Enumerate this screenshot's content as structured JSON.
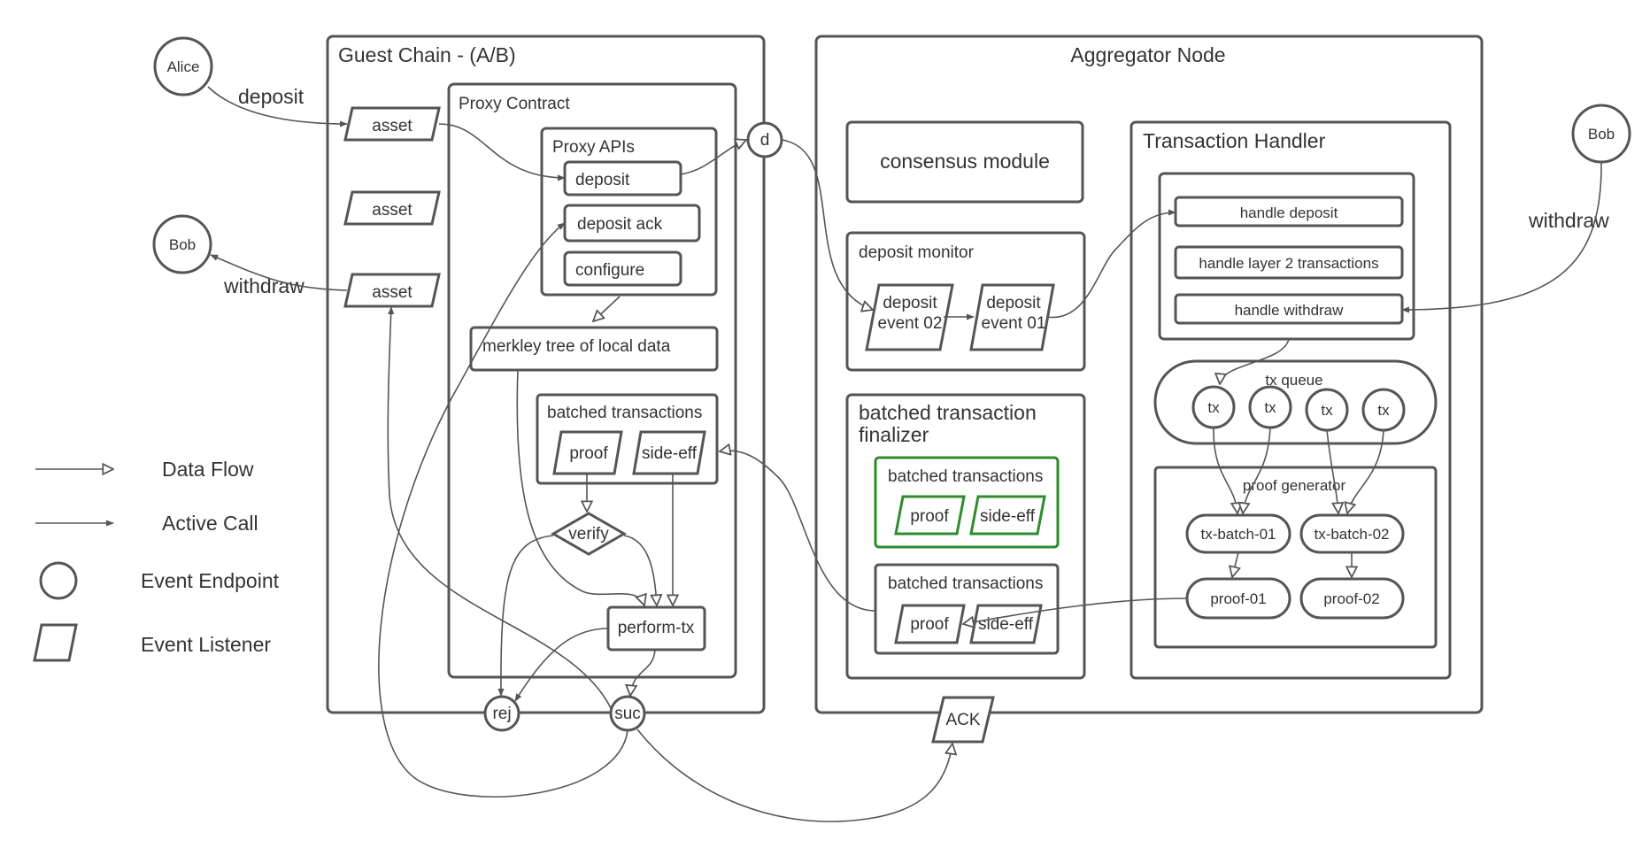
{
  "guest_chain": {
    "title": "Guest Chain - (A/B)",
    "assets": [
      "asset",
      "asset",
      "asset"
    ],
    "proxy_contract": {
      "title": "Proxy Contract",
      "apis": {
        "title": "Proxy APIs",
        "items": [
          "deposit",
          "deposit ack",
          "configure"
        ]
      },
      "merkle": "merkley tree of local data",
      "batched": {
        "title": "batched transactions",
        "proof": "proof",
        "side_eff": "side-eff"
      },
      "verify": "verify",
      "perform": "perform-tx"
    },
    "endpoints": {
      "d": "d",
      "rej": "rej",
      "suc": "suc"
    }
  },
  "actors": {
    "alice": "Alice",
    "bob_left": "Bob",
    "bob_right": "Bob"
  },
  "edge_labels": {
    "deposit": "deposit",
    "withdraw_left": "withdraw",
    "withdraw_right": "withdraw"
  },
  "aggregator": {
    "title": "Aggregator Node",
    "consensus": "consensus module",
    "deposit_monitor": {
      "title": "deposit monitor",
      "event02": [
        "deposit",
        "event 02"
      ],
      "event01": [
        "deposit",
        "event 01"
      ]
    },
    "finalizer": {
      "title": [
        "batched transaction",
        "finalizer"
      ],
      "batch_green": {
        "title": "batched transactions",
        "proof": "proof",
        "side_eff": "side-eff"
      },
      "batch_gray": {
        "title": "batched transactions",
        "proof": "proof",
        "side_eff": "side-eff"
      }
    },
    "handler": {
      "title": "Transaction Handler",
      "items": [
        "handle deposit",
        "handle layer 2 transactions",
        "handle withdraw"
      ],
      "queue": {
        "title": "tx queue",
        "items": [
          "tx",
          "tx",
          "tx",
          "tx"
        ]
      },
      "proof_gen": {
        "title": "proof generator",
        "batches": [
          "tx-batch-01",
          "tx-batch-02"
        ],
        "proofs": [
          "proof-01",
          "proof-02"
        ]
      }
    }
  },
  "ack": "ACK",
  "legend": {
    "data_flow": "Data Flow",
    "active_call": "Active Call",
    "event_endpoint": "Event Endpoint",
    "event_listener": "Event Listener"
  }
}
